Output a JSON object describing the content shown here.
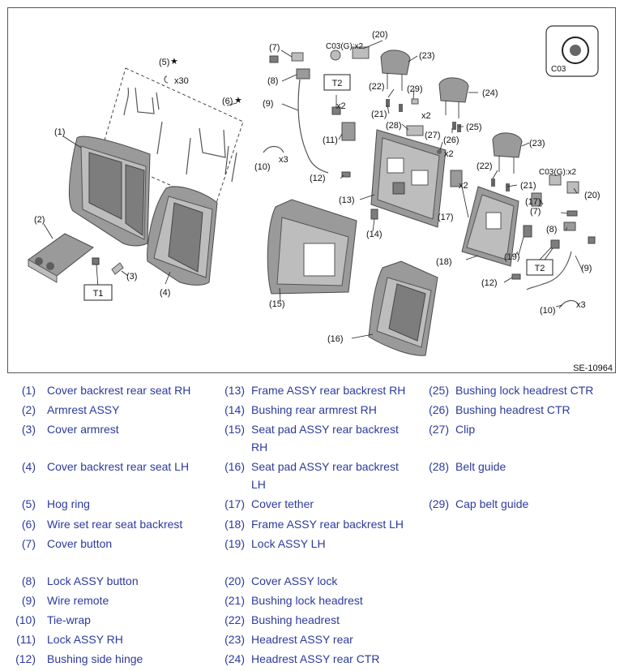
{
  "diagram": {
    "ref_code": "SE-10964",
    "inset_label": "C03",
    "callouts": {
      "c1": "(1)",
      "c2": "(2)",
      "c3": "(3)",
      "c4": "(4)",
      "c5": "(5)",
      "c6": "(6)",
      "c7": "(7)",
      "c8": "(8)",
      "c9": "(9)",
      "c10": "(10)",
      "c11": "(11)",
      "c12": "(12)",
      "c13": "(13)",
      "c14": "(14)",
      "c15": "(15)",
      "c16": "(16)",
      "c17": "(17)",
      "c18": "(18)",
      "c19": "(19)",
      "c20": "(20)",
      "c21": "(21)",
      "c22": "(22)",
      "c23": "(23)",
      "c24": "(24)",
      "c25": "(25)",
      "c26": "(26)",
      "c27": "(27)",
      "c28": "(28)",
      "c29": "(29)"
    },
    "star": "★",
    "qty_x30": "x30",
    "qty_x2": "x2",
    "qty_x3": "x3",
    "clip_code": "C03(G):x2",
    "torque_t1": "T1",
    "torque_t2": "T2"
  },
  "legend": [
    {
      "num": "(1)",
      "name": "Cover backrest rear seat RH"
    },
    {
      "num": "(2)",
      "name": "Armrest ASSY"
    },
    {
      "num": "(3)",
      "name": "Cover armrest"
    },
    {
      "num": "(4)",
      "name": "Cover backrest rear seat LH"
    },
    {
      "num": "(5)",
      "name": "Hog ring"
    },
    {
      "num": "(6)",
      "name": "Wire set rear seat backrest"
    },
    {
      "num": "(7)",
      "name": "Cover button"
    },
    {
      "num": "(8)",
      "name": "Lock ASSY button"
    },
    {
      "num": "(9)",
      "name": "Wire remote"
    },
    {
      "num": "(10)",
      "name": "Tie-wrap"
    },
    {
      "num": "(11)",
      "name": "Lock ASSY RH"
    },
    {
      "num": "(12)",
      "name": "Bushing side hinge"
    },
    {
      "num": "(13)",
      "name": "Frame ASSY rear backrest RH"
    },
    {
      "num": "(14)",
      "name": "Bushing rear armrest RH"
    },
    {
      "num": "(15)",
      "name": "Seat pad ASSY rear backrest",
      "name2": "RH"
    },
    {
      "num": "(16)",
      "name": "Seat pad ASSY rear backrest",
      "name2": "LH"
    },
    {
      "num": "(17)",
      "name": "Cover tether"
    },
    {
      "num": "(18)",
      "name": "Frame ASSY rear backrest LH"
    },
    {
      "num": "(19)",
      "name": "Lock ASSY LH"
    },
    {
      "num": "(20)",
      "name": "Cover ASSY lock"
    },
    {
      "num": "(21)",
      "name": "Bushing lock headrest"
    },
    {
      "num": "(22)",
      "name": "Bushing headrest"
    },
    {
      "num": "(23)",
      "name": "Headrest ASSY rear"
    },
    {
      "num": "(24)",
      "name": "Headrest ASSY rear CTR"
    },
    {
      "num": "(25)",
      "name": "Bushing lock headrest CTR"
    },
    {
      "num": "(26)",
      "name": "Bushing headrest CTR"
    },
    {
      "num": "(27)",
      "name": "Clip"
    },
    {
      "num": "(28)",
      "name": "Belt guide"
    },
    {
      "num": "(29)",
      "name": "Cap belt guide"
    }
  ]
}
